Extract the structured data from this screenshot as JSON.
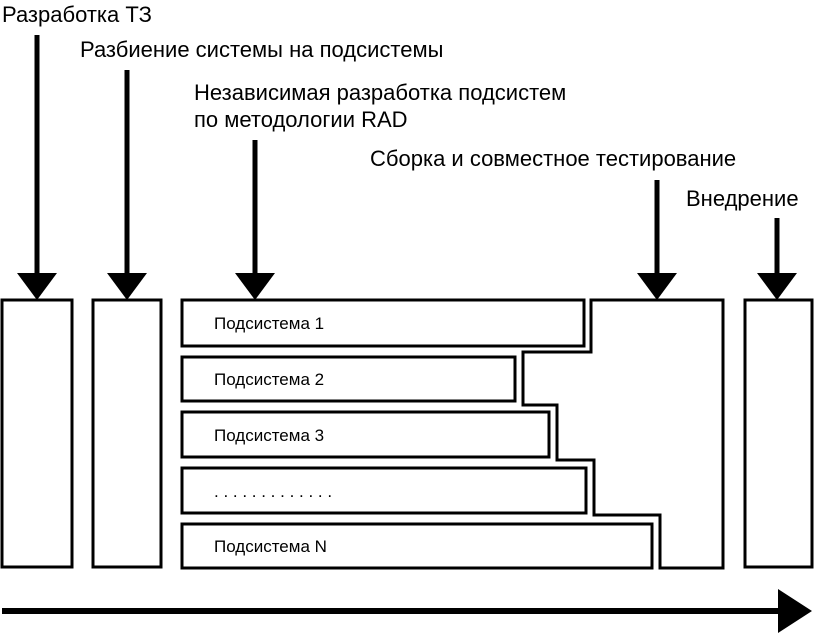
{
  "stages": {
    "tz": "Разработка ТЗ",
    "partition": "Разбиение системы на подсистемы",
    "independent_line1": "Независимая разработка подсистем",
    "independent_line2": "по методологии RAD",
    "assembly": "Сборка и совместное тестирование",
    "deployment": "Внедрение"
  },
  "subsystems": [
    "Подсистема 1",
    "Подсистема 2",
    "Подсистема 3",
    ". . . . . . . . . . . . .",
    "Подсистема N"
  ],
  "colors": {
    "ink": "#000000",
    "background": "#ffffff"
  }
}
